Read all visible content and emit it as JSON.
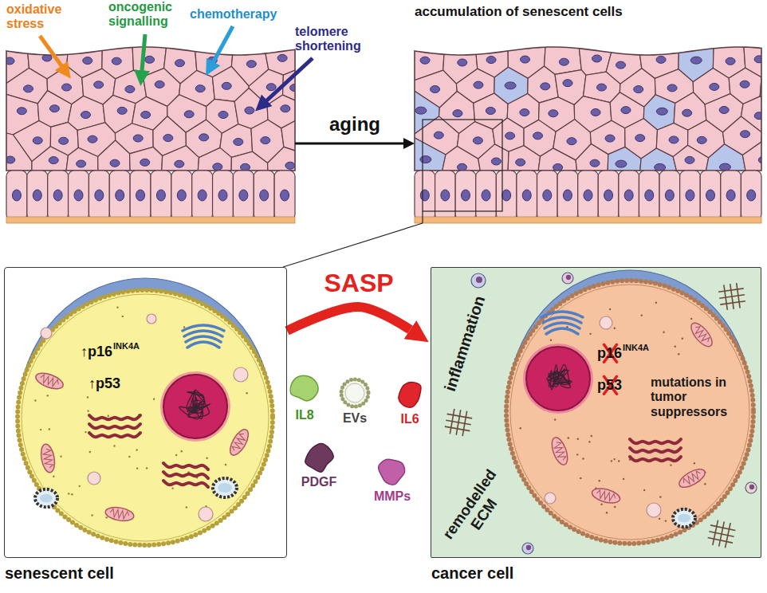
{
  "diagram": {
    "nodes": [
      {
        "text": [
          "oxidative stress",
          "oncogenic signalling",
          "chemotherapy",
          "telomere shortening"
        ]
      },
      {
        "text": [
          "accumulation of senescent cells"
        ]
      },
      {
        "text": [
          "↑p16",
          "INK4A",
          "↑p53",
          "senescent cell"
        ]
      },
      {
        "text": [
          "inflammation",
          "p16",
          "INK4A",
          "p53",
          "mutations in tumor suppressors",
          "remodelled ECM",
          "cancer cell"
        ]
      }
    ],
    "edges": [
      {
        "from": 0,
        "to": 1,
        "arrow": "to",
        "label": "aging"
      },
      {
        "from": 1,
        "to": 2,
        "arrow": "none"
      },
      {
        "from": 2,
        "to": 3,
        "arrow": "to",
        "label": "SASP"
      }
    ],
    "labels": [
      "IL8",
      "EVs",
      "IL6",
      "PDGF",
      "MMPs"
    ]
  }
}
